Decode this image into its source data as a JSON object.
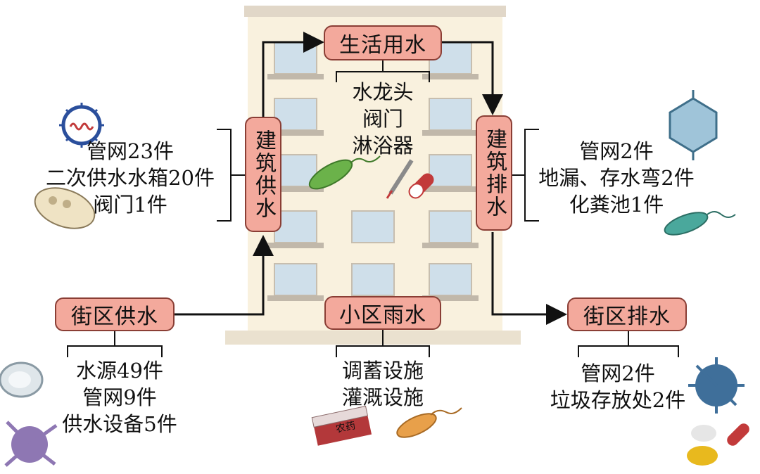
{
  "nodes": {
    "domestic_water": "生活用水",
    "building_supply": "建筑供水",
    "building_drainage": "建筑排水",
    "street_supply": "街区供水",
    "community_rain": "小区雨水",
    "street_drainage": "街区排水"
  },
  "lists": {
    "domestic_water": [
      "水龙头",
      "阀门",
      "淋浴器"
    ],
    "building_supply": [
      "管网23件",
      "二次供水水箱20件",
      "阀门1件"
    ],
    "building_drainage": [
      "管网2件",
      "地漏、存水弯2件",
      "化粪池1件"
    ],
    "street_supply": [
      "水源49件",
      "管网9件",
      "供水设备5件"
    ],
    "community_rain": [
      "调蓄设施",
      "灌溉设施"
    ],
    "street_drainage": [
      "管网2件",
      "垃圾存放处2件"
    ]
  },
  "flask_label": "农药",
  "colors": {
    "node_fill": "#f3a99c",
    "node_border": "#8a3e35",
    "building": "#f5e6c4",
    "arrow": "#111111"
  }
}
